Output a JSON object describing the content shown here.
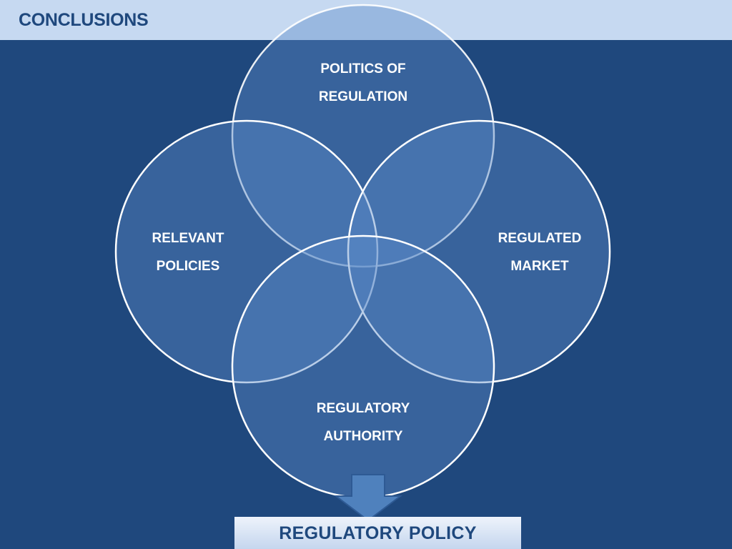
{
  "header": {
    "title": "CONCLUSIONS"
  },
  "diagram": {
    "circles": [
      {
        "id": "top",
        "label": "POLITICS  OF\nREGULATION"
      },
      {
        "id": "left",
        "label": "RELEVANT\nPOLICIES"
      },
      {
        "id": "right",
        "label": "REGULATED\nMARKET"
      },
      {
        "id": "bottom",
        "label": "REGULATORY\nAUTHORITY"
      }
    ],
    "output": {
      "label": "REGULATORY  POLICY"
    }
  },
  "colors": {
    "background": "#1f487d",
    "title_bar": "#c6d9f1",
    "circle_fill": "#5a8ac8",
    "circle_stroke": "#ffffff",
    "arrow": "#4f81bd"
  }
}
